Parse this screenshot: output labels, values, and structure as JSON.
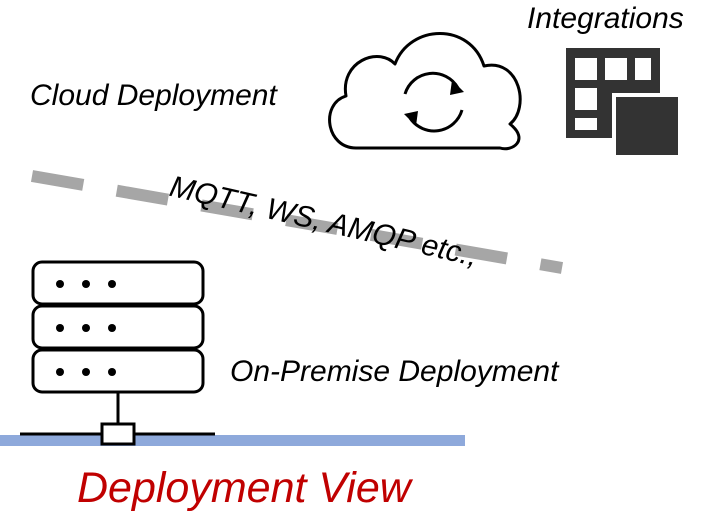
{
  "labels": {
    "integrations": "Integrations",
    "cloud_deployment": "Cloud Deployment",
    "protocols": "MQTT, WS, AMQP etc.,",
    "on_premise_deployment": "On-Premise Deployment",
    "title": "Deployment View"
  },
  "colors": {
    "title": "#c00000",
    "network_line": "#8ea9db",
    "dashed_divider": "#a6a6a6",
    "integrations_icon": "#333333"
  },
  "icons": {
    "cloud": "cloud-sync-icon",
    "integrations": "integrations-grid-icon",
    "server": "server-rack-icon"
  }
}
